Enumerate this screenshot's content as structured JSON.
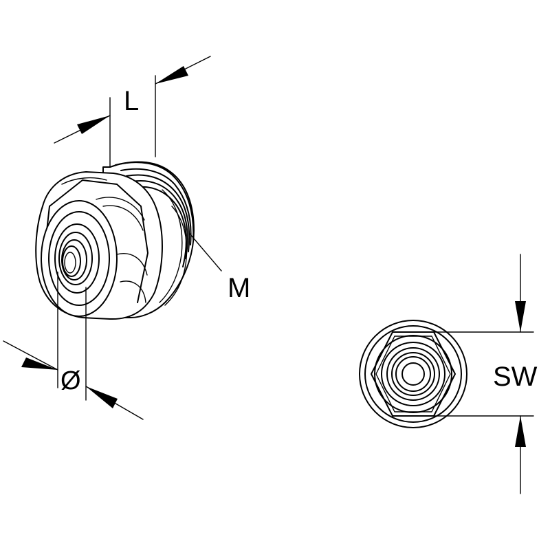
{
  "labels": {
    "length": "L",
    "thread": "M",
    "diameter": "Ø",
    "wrench_size": "SW"
  }
}
